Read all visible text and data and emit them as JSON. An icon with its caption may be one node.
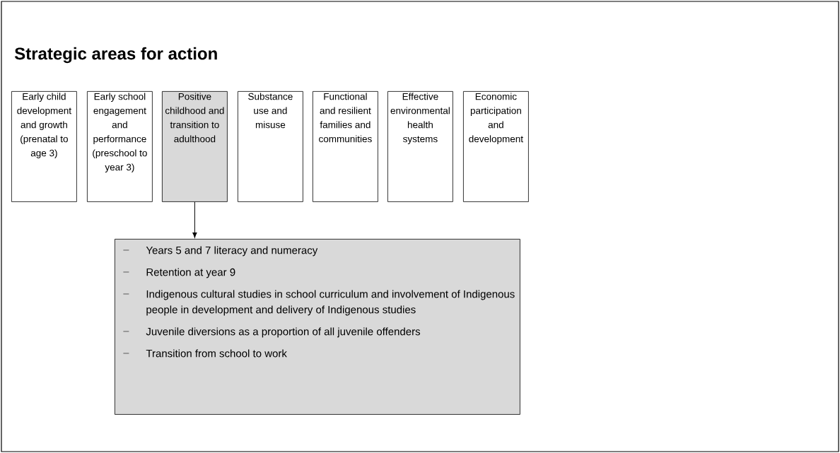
{
  "diagram": {
    "title": "Strategic areas for action",
    "nodes": [
      {
        "text": [
          "Early child development and growth (prenatal to age 3)"
        ]
      },
      {
        "text": [
          "Early school engagement and performance (preschool to year 3)"
        ]
      },
      {
        "text": [
          "Positive childhood and transition to adulthood"
        ]
      },
      {
        "text": [
          "Substance use and misuse"
        ]
      },
      {
        "text": [
          "Functional and resilient families and communities"
        ]
      },
      {
        "text": [
          "Effective environmental health systems"
        ]
      },
      {
        "text": [
          "Economic participation and development"
        ]
      },
      {
        "text": [
          "Years 5 and 7 literacy and numeracy",
          "Retention at year 9",
          "Indigenous cultural studies in school curriculum and involvement of Indigenous people in development and delivery of Indigenous studies",
          "Juvenile diversions as a proportion of all juvenile offenders",
          "Transition from school to work"
        ]
      }
    ],
    "edges": [
      {
        "from": 2,
        "to": 7,
        "arrow": "to"
      }
    ]
  }
}
